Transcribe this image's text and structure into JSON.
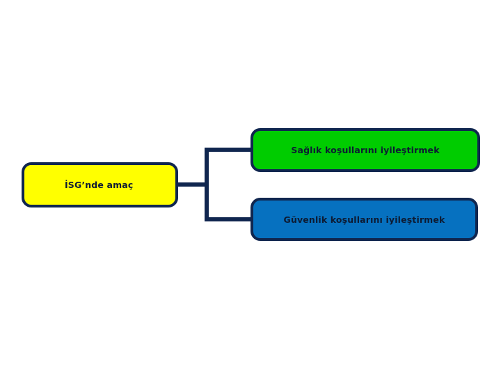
{
  "diagram": {
    "type": "bracket-tree",
    "background_color": "#ffffff",
    "line_color": "#10264f",
    "root": {
      "label": "İSG’nde amaç",
      "fill_color": "#ffff00",
      "text_color": "#0d1b33"
    },
    "branches": [
      {
        "label": "Sağlık koşullarını iyileştirmek",
        "fill_color": "#00cc00",
        "text_color": "#0d1b33"
      },
      {
        "label": "Güvenlik koşullarını iyileştirmek",
        "fill_color": "#0671c0",
        "text_color": "#0d1b33"
      }
    ]
  }
}
